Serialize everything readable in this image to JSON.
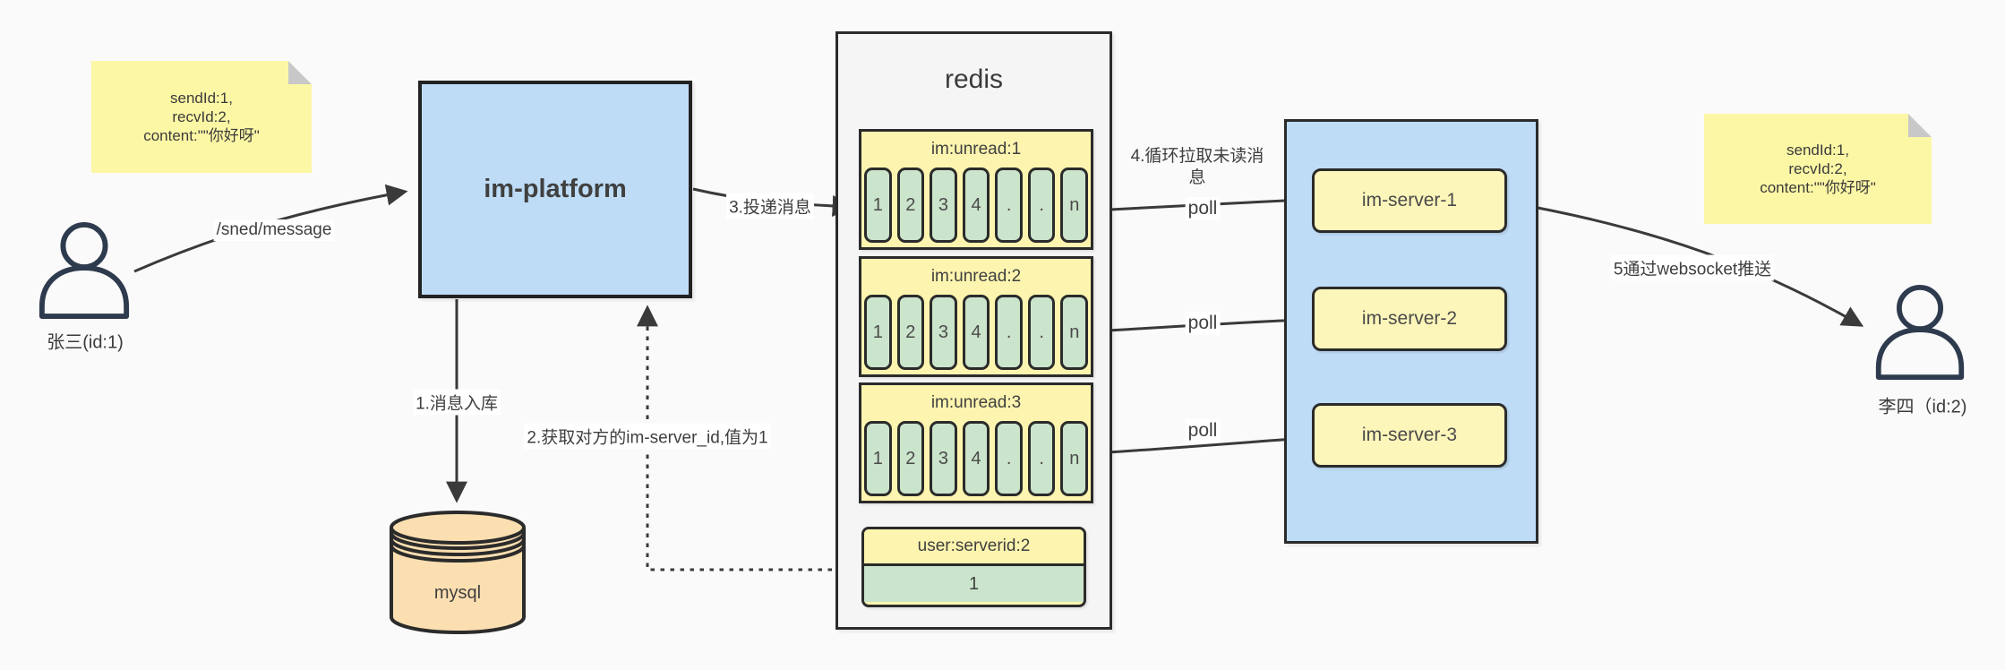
{
  "diagram": {
    "note_left": {
      "lines": [
        "sendId:1,",
        "recvId:2,",
        "content:\"\"你好呀\""
      ]
    },
    "note_right": {
      "lines": [
        "sendId:1,",
        "recvId:2,",
        "content:\"\"你好呀\""
      ]
    },
    "actor_left": {
      "label": "张三(id:1)"
    },
    "actor_right": {
      "label": "李四（id:2)"
    },
    "platform": {
      "label": "im-platform"
    },
    "mysql": {
      "label": "mysql"
    },
    "redis": {
      "title": "redis",
      "queues": [
        {
          "title": "im:unread:1",
          "cells": [
            "1",
            "2",
            "3",
            "4",
            ".",
            ".",
            "n"
          ]
        },
        {
          "title": "im:unread:2",
          "cells": [
            "1",
            "2",
            "3",
            "4",
            ".",
            ".",
            "n"
          ]
        },
        {
          "title": "im:unread:3",
          "cells": [
            "1",
            "2",
            "3",
            "4",
            ".",
            ".",
            "n"
          ]
        }
      ],
      "kv": {
        "title": "user:serverid:2",
        "value": "1"
      }
    },
    "servers": [
      {
        "label": "im-server-1"
      },
      {
        "label": "im-server-2"
      },
      {
        "label": "im-server-3"
      }
    ],
    "labels": {
      "send": "/sned/message",
      "step1": "1.消息入库",
      "step2": "2.获取对方的im-server_id,值为1",
      "step3": "3.投递消息",
      "step4": "4.循环拉取未读消息",
      "step5": "5通过websocket推送",
      "poll1": "poll",
      "poll2": "poll",
      "poll3": "poll"
    },
    "colors": {
      "background": "#fafafa",
      "platform_blue": "#bedcf6",
      "note_yellow": "#fcf7a5",
      "queue_yellow": "#fdf5af",
      "server_yellow": "#fcf6ba",
      "cell_green": "#cbe4cc",
      "mysql_orange": "#fbdfb1",
      "stroke_dark": "#2b2b2b",
      "arrow": "#3a3a3a"
    }
  }
}
